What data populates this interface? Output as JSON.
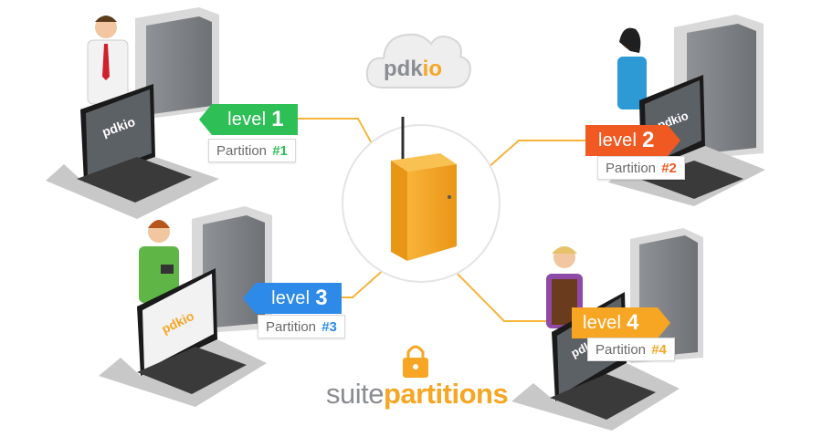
{
  "cloud": {
    "logo_text": "pdkio"
  },
  "levels": [
    {
      "word": "level",
      "number": "1",
      "partition_word": "Partition",
      "partition_number": "#1",
      "color": "#2fbf57"
    },
    {
      "word": "level",
      "number": "2",
      "partition_word": "Partition",
      "partition_number": "#2",
      "color": "#f05a22"
    },
    {
      "word": "level",
      "number": "3",
      "partition_word": "Partition",
      "partition_number": "#3",
      "color": "#2d8ae8"
    },
    {
      "word": "level",
      "number": "4",
      "partition_word": "Partition",
      "partition_number": "#4",
      "color": "#f6a623"
    }
  ],
  "laptop_screen_logo": "pdkio",
  "brand": {
    "part1": "suite",
    "part2": "partitions",
    "lock_icon": "padlock-icon"
  },
  "colors": {
    "accent": "#f6a623",
    "line": "#f6b43a",
    "grey_text": "#8a8d91"
  }
}
